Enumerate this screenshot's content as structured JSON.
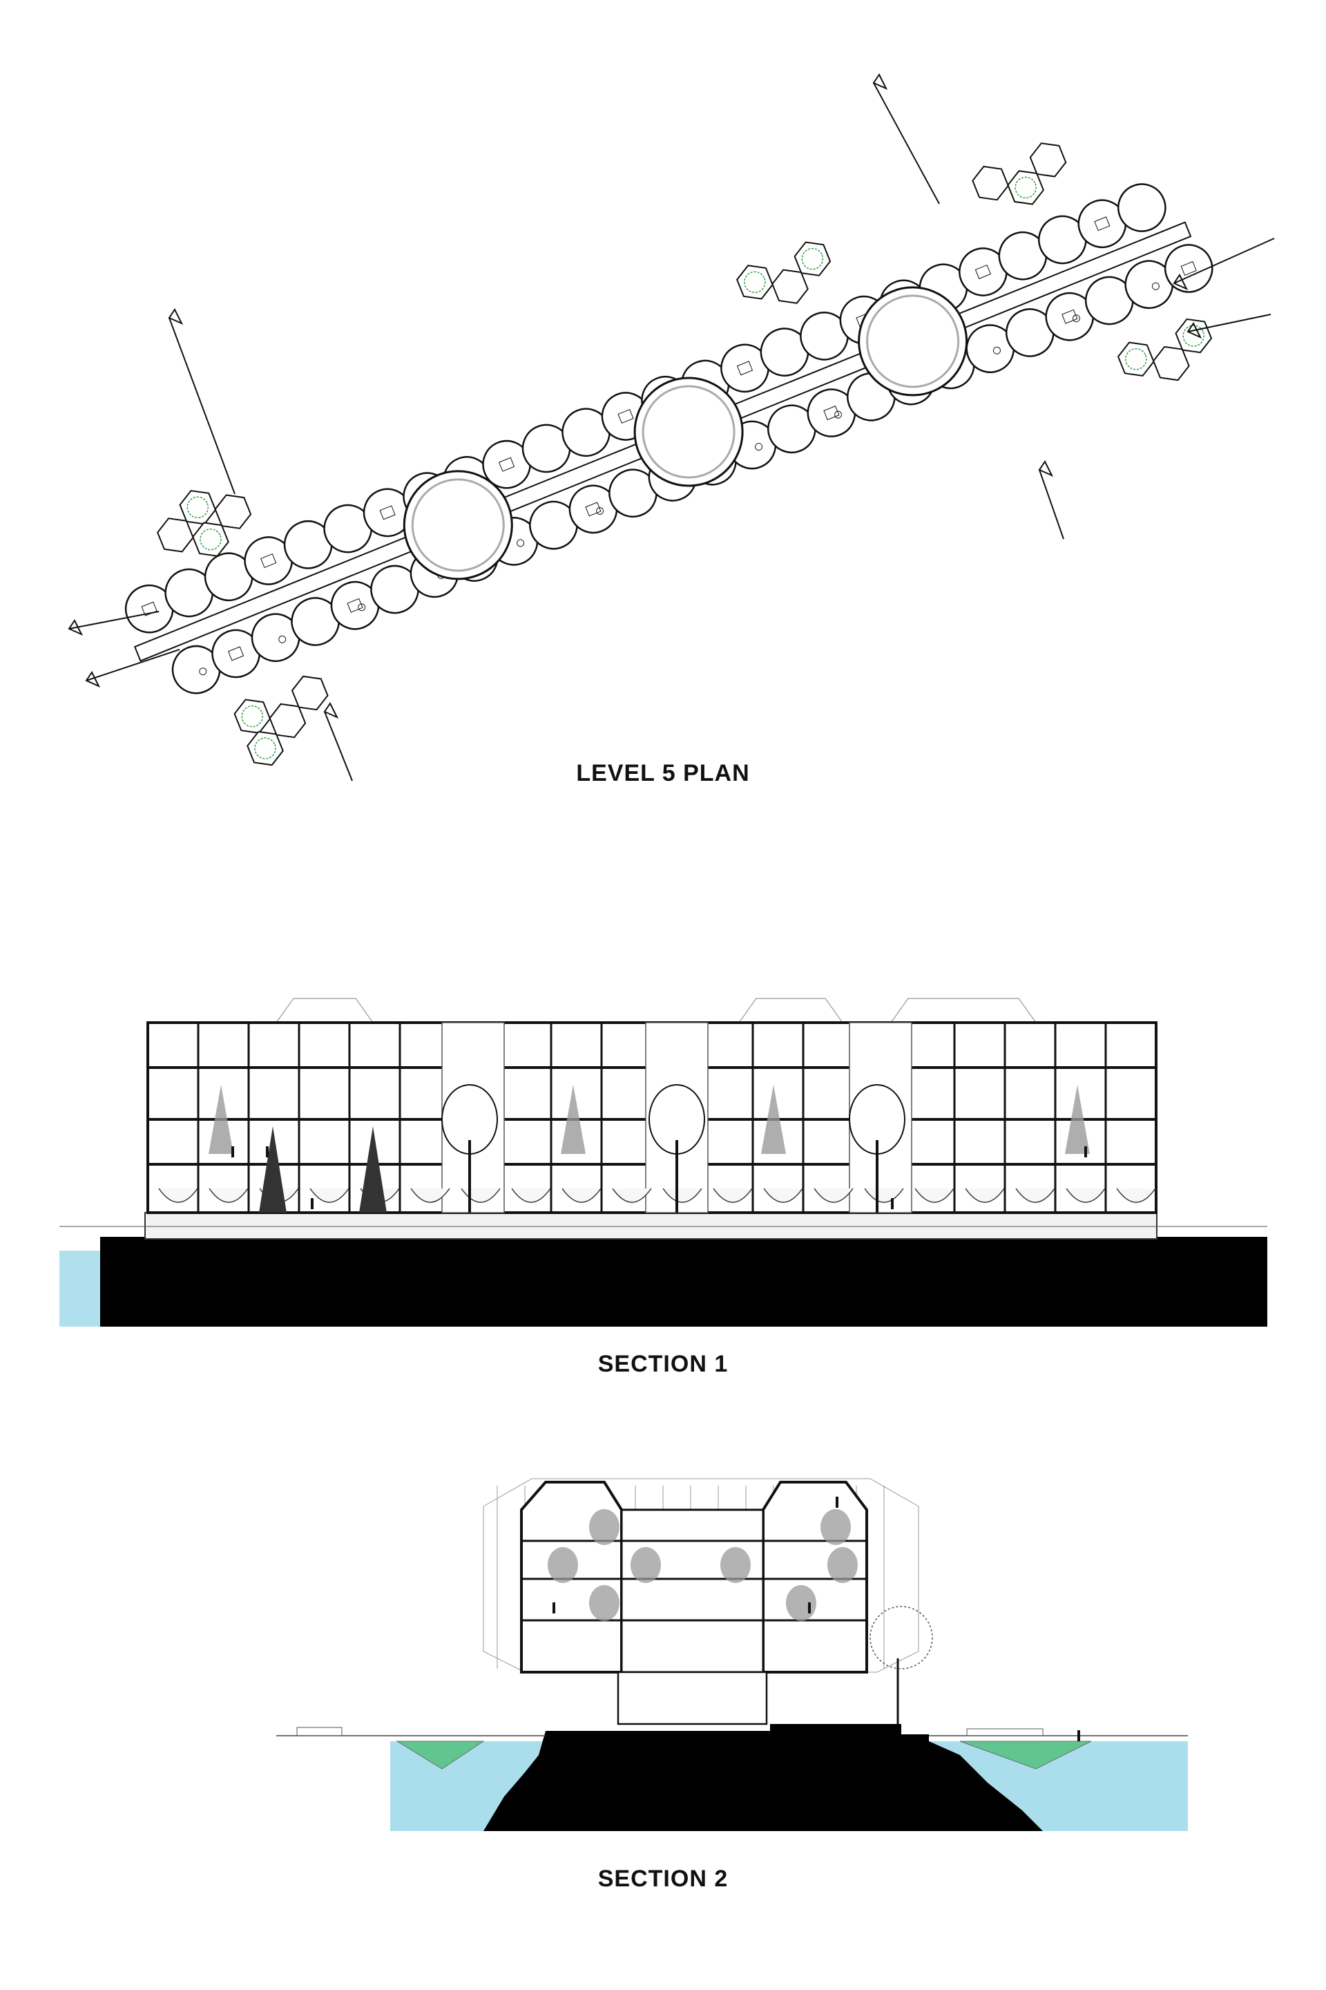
{
  "sheet": {
    "plan": {
      "title": "LEVEL 5 PLAN"
    },
    "section1": {
      "title": "SECTION 1"
    },
    "section2": {
      "title": "SECTION 2"
    }
  },
  "colors": {
    "ink": "#111111",
    "planting": "#2e9e3e",
    "water": "#8fd3e6",
    "pond": "#4fbf7a",
    "foliage": "#9a9a9a",
    "mass": "#000000"
  }
}
